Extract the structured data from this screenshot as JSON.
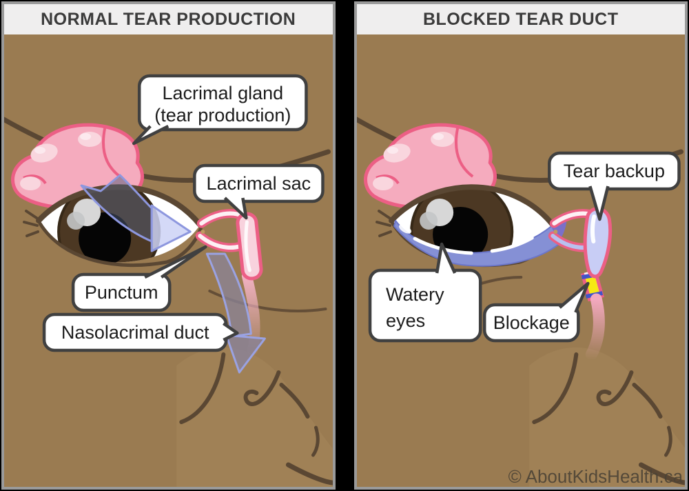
{
  "panels": {
    "left": {
      "title": "NORMAL TEAR PRODUCTION",
      "labels": {
        "lacrimal_gland_line1": "Lacrimal gland",
        "lacrimal_gland_line2": "(tear production)",
        "lacrimal_sac": "Lacrimal sac",
        "punctum": "Punctum",
        "nasolacrimal_duct": "Nasolacrimal duct"
      }
    },
    "right": {
      "title": "BLOCKED TEAR DUCT",
      "labels": {
        "tear_backup": "Tear backup",
        "watery_eyes_line1": "Watery",
        "watery_eyes_line2": "eyes",
        "blockage": "Blockage"
      },
      "credit": "© AboutKidsHealth.ca"
    }
  },
  "colors": {
    "skin_brown": "#9a7b51",
    "outline_brown": "#5a4733",
    "gland_pink": "#f5abbe",
    "pink_accent": "#ec5f85",
    "tear_blue": "#8590d5",
    "backup_lavender": "#c8cdf5",
    "blockage_yellow": "#f6e914",
    "blockage_blue": "#4254c8",
    "header_bg": "#efeeee",
    "header_text": "#3b3b3b",
    "panel_border": "#9a9a9a"
  }
}
